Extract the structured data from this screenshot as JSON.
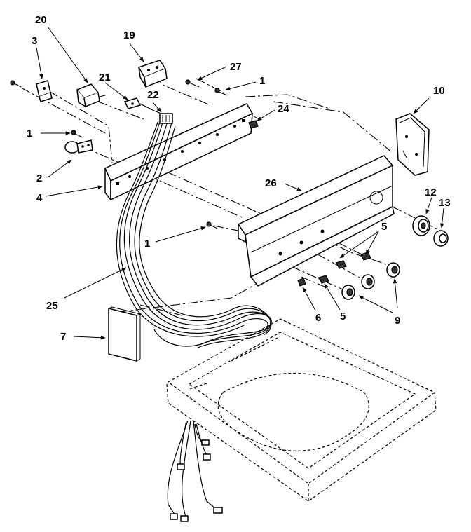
{
  "callouts": {
    "c20": "20",
    "c19": "19",
    "c3": "3",
    "c27": "27",
    "c1a": "1",
    "c21": "21",
    "c10": "10",
    "c22": "22",
    "c24": "24",
    "c1b": "1",
    "c2": "2",
    "c26": "26",
    "c12": "12",
    "c13": "13",
    "c4": "4",
    "c5a": "5",
    "c1c": "1",
    "c25": "25",
    "c6": "6",
    "c5b": "5",
    "c9": "9",
    "c7": "7"
  }
}
